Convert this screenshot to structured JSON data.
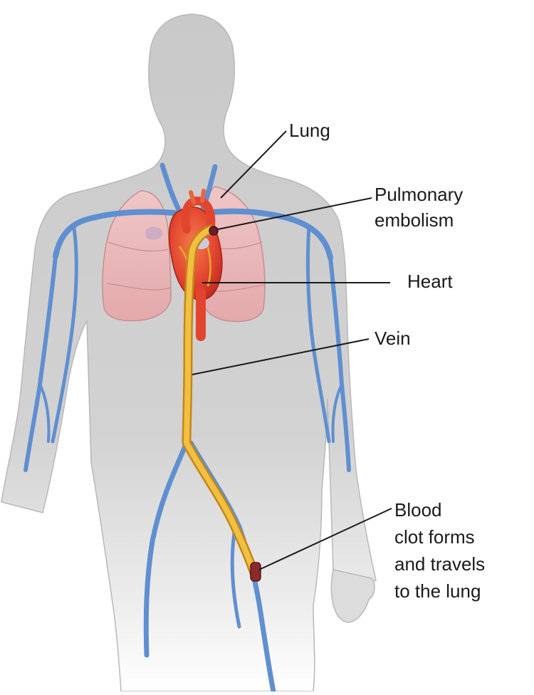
{
  "labels": {
    "lung": "Lung",
    "pulmonary_embolism": [
      "Pulmonary",
      "embolism"
    ],
    "heart": "Heart",
    "vein": "Vein",
    "blood_clot": [
      "Blood",
      "clot forms",
      "and travels",
      "to the lung"
    ]
  },
  "colors": {
    "body": "#cfcfcf",
    "lung": "#e8b8b8",
    "heart": "#e2452f",
    "vein_blue": "#5f8fd0",
    "vein_highlight": "#e7ad2a",
    "clot": "#8a2a2a"
  }
}
